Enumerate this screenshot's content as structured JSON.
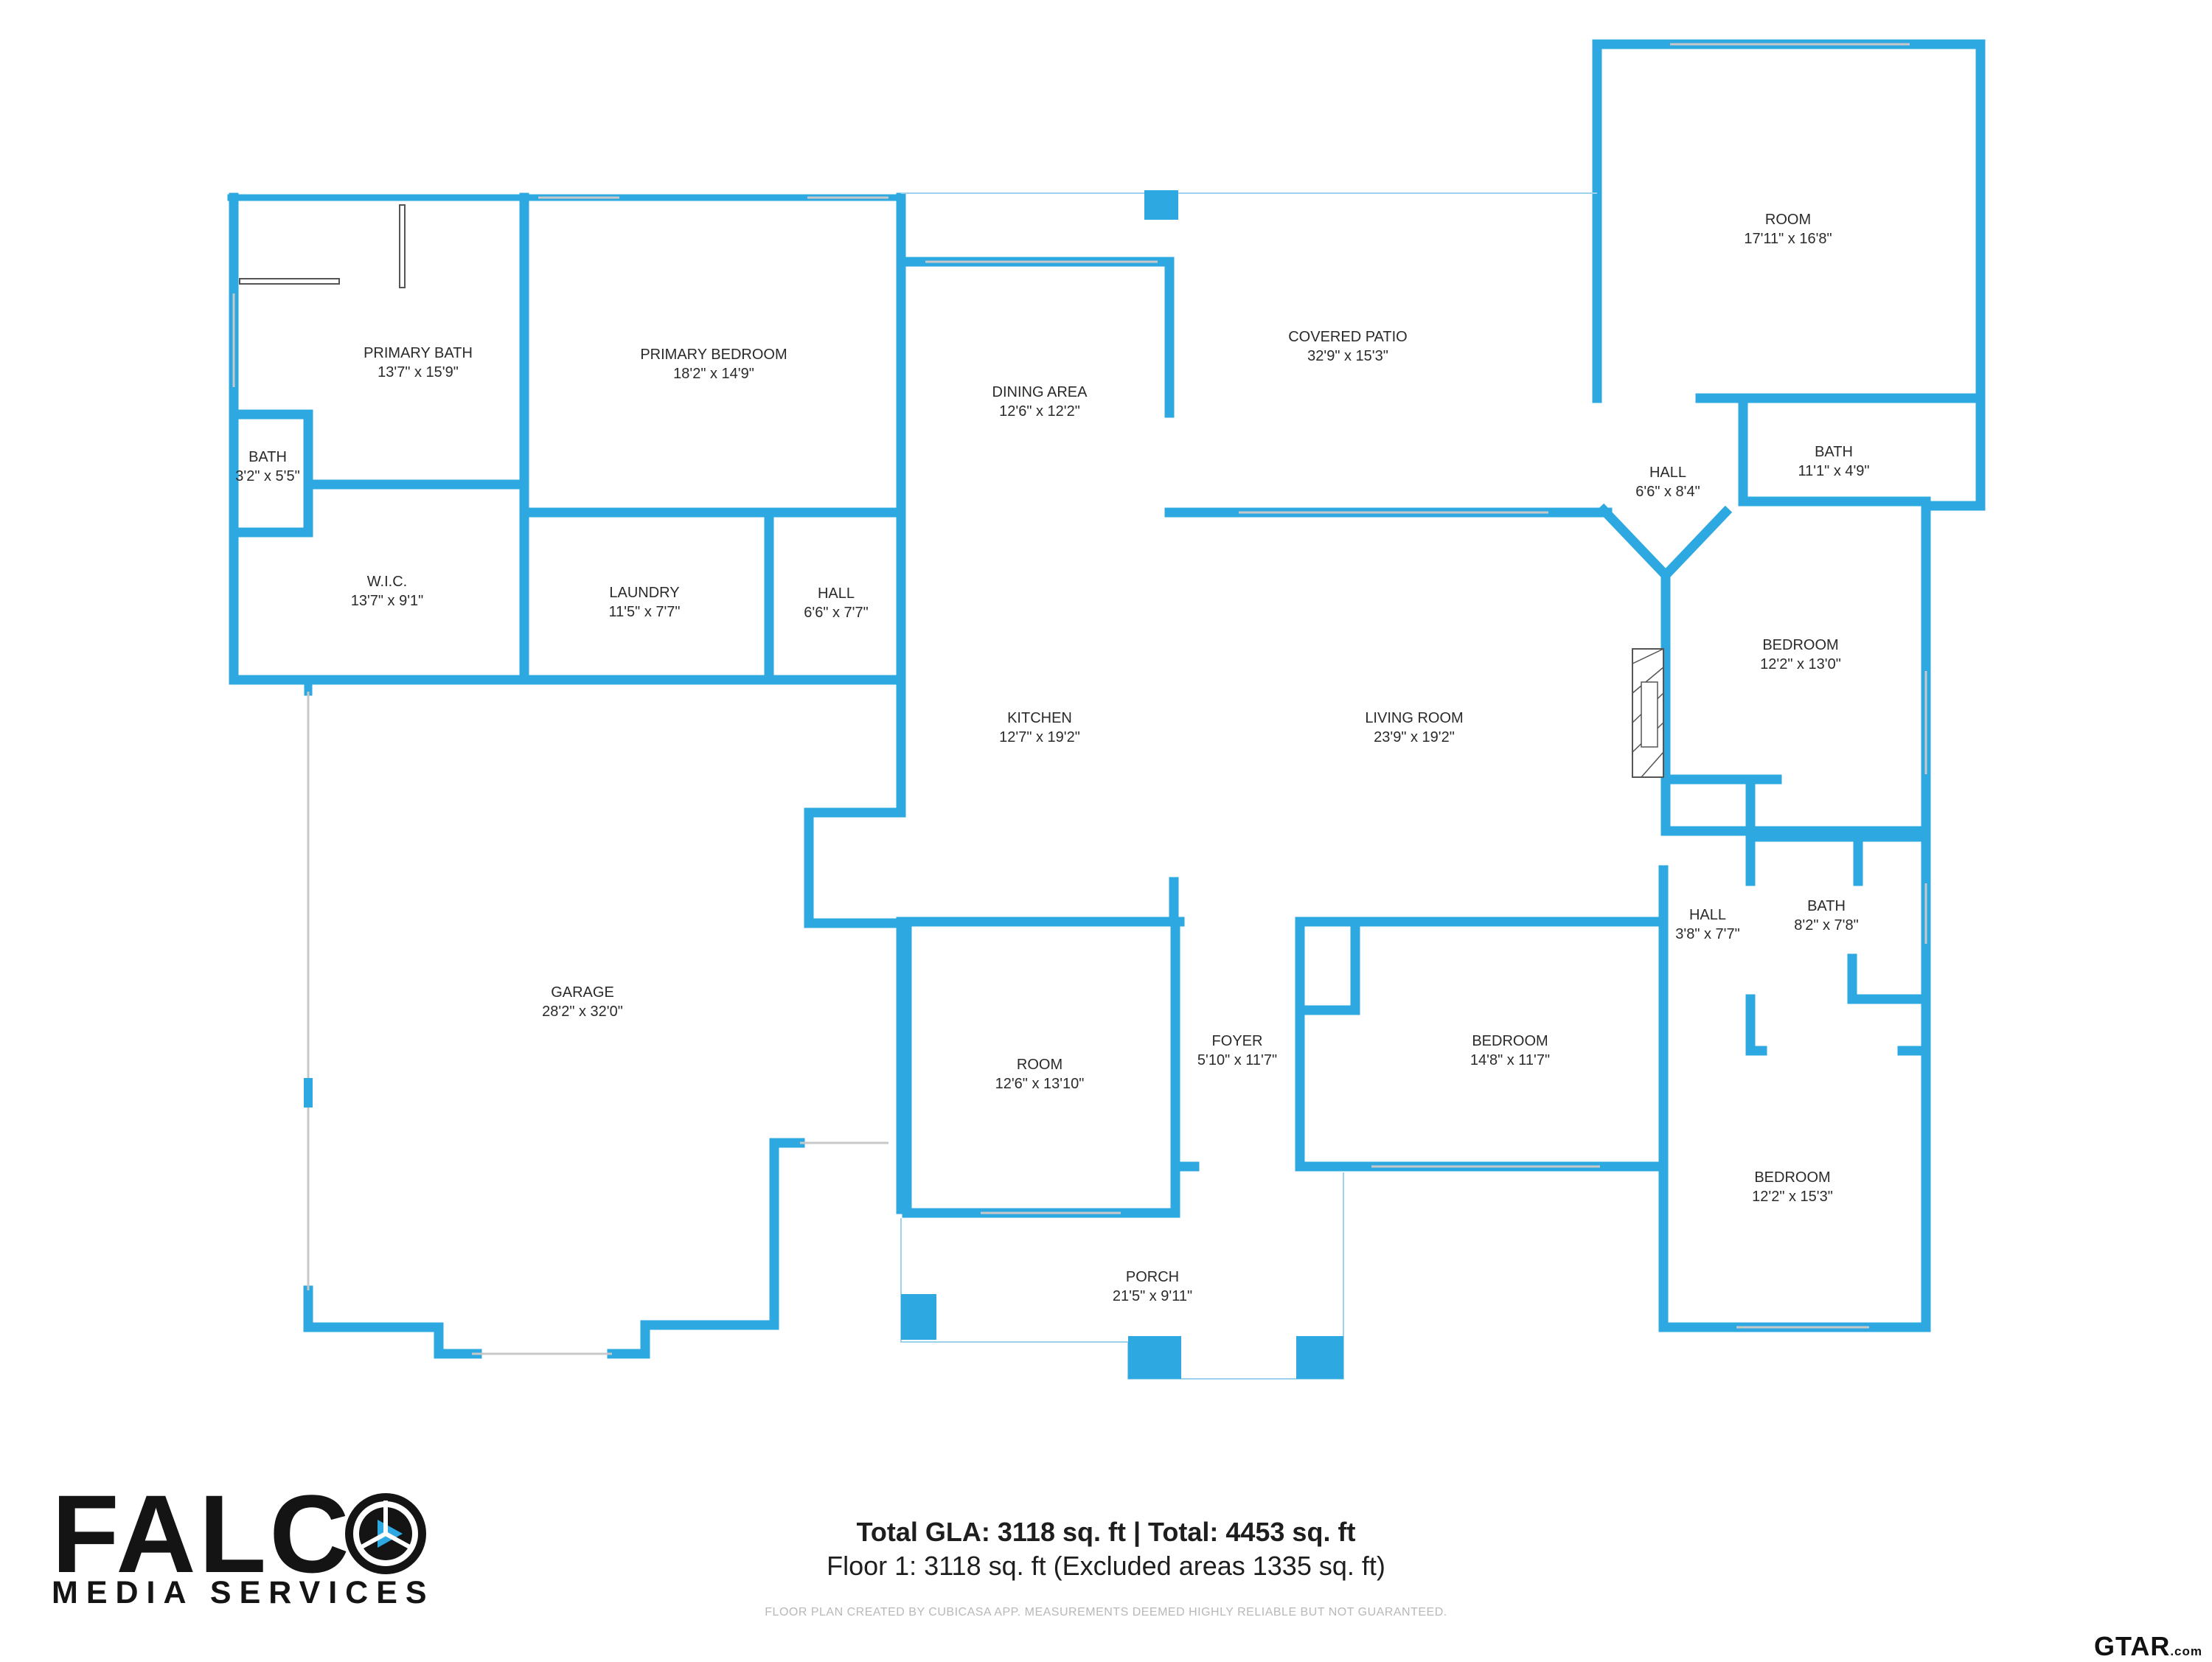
{
  "colors": {
    "wall": "#2ea8e0",
    "text": "#2a2a2a",
    "logo": "#141414",
    "accent": "#2ea8e0"
  },
  "rooms": [
    {
      "id": "primary-bath",
      "name": "PRIMARY BATH",
      "dim": "13'7\" x 15'9\""
    },
    {
      "id": "primary-bedroom",
      "name": "PRIMARY BEDROOM",
      "dim": "18'2\" x 14'9\""
    },
    {
      "id": "dining-area",
      "name": "DINING AREA",
      "dim": "12'6\" x 12'2\""
    },
    {
      "id": "covered-patio",
      "name": "COVERED PATIO",
      "dim": "32'9\" x 15'3\""
    },
    {
      "id": "room-upper",
      "name": "ROOM",
      "dim": "17'11\" x 16'8\""
    },
    {
      "id": "bath-small",
      "name": "BATH",
      "dim": "3'2\" x 5'5\""
    },
    {
      "id": "hall-upper-right",
      "name": "HALL",
      "dim": "6'6\" x 8'4\""
    },
    {
      "id": "bath-upper-right",
      "name": "BATH",
      "dim": "11'1\" x 4'9\""
    },
    {
      "id": "wic",
      "name": "W.I.C.",
      "dim": "13'7\" x 9'1\""
    },
    {
      "id": "laundry",
      "name": "LAUNDRY",
      "dim": "11'5\" x 7'7\""
    },
    {
      "id": "hall-left",
      "name": "HALL",
      "dim": "6'6\" x 7'7\""
    },
    {
      "id": "bedroom-right-upper",
      "name": "BEDROOM",
      "dim": "12'2\" x 13'0\""
    },
    {
      "id": "kitchen",
      "name": "KITCHEN",
      "dim": "12'7\" x 19'2\""
    },
    {
      "id": "living-room",
      "name": "LIVING ROOM",
      "dim": "23'9\" x 19'2\""
    },
    {
      "id": "hall-right",
      "name": "HALL",
      "dim": "3'8\" x 7'7\""
    },
    {
      "id": "bath-right",
      "name": "BATH",
      "dim": "8'2\" x 7'8\""
    },
    {
      "id": "garage",
      "name": "GARAGE",
      "dim": "28'2\" x 32'0\""
    },
    {
      "id": "room-front",
      "name": "ROOM",
      "dim": "12'6\" x 13'10\""
    },
    {
      "id": "foyer",
      "name": "FOYER",
      "dim": "5'10\" x 11'7\""
    },
    {
      "id": "bedroom-front",
      "name": "BEDROOM",
      "dim": "14'8\" x 11'7\""
    },
    {
      "id": "bedroom-right-lower",
      "name": "BEDROOM",
      "dim": "12'2\" x 15'3\""
    },
    {
      "id": "porch",
      "name": "PORCH",
      "dim": "21'5\" x 9'11\""
    }
  ],
  "logo": {
    "word": "FALC",
    "sub": "MEDIA SERVICES",
    "mark_icon": "play-circle-icon"
  },
  "totals": {
    "line1": "Total GLA: 3118 sq. ft | Total: 4453 sq. ft",
    "line2": "Floor 1: 3118 sq. ft (Excluded areas 1335 sq. ft)"
  },
  "disclaimer": "FLOOR PLAN CREATED BY CUBICASA APP. MEASUREMENTS DEEMED HIGHLY RELIABLE BUT NOT GUARANTEED.",
  "watermark": {
    "main": "GTAR",
    "suffix": ".com"
  }
}
